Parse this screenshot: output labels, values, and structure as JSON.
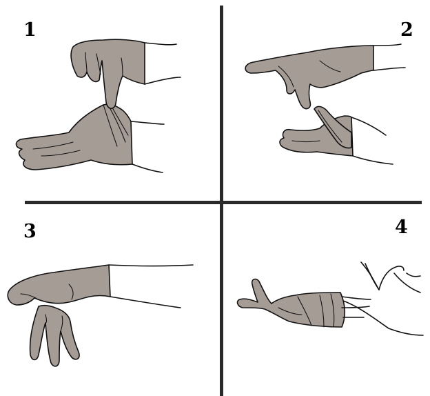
{
  "figure": {
    "panels": [
      {
        "step": "1"
      },
      {
        "step": "2"
      },
      {
        "step": "3"
      },
      {
        "step": "4"
      }
    ]
  },
  "colors": {
    "glove": "#a69c96",
    "divider": "#2a2a2a",
    "outline": "#111111",
    "background": "#ffffff"
  }
}
